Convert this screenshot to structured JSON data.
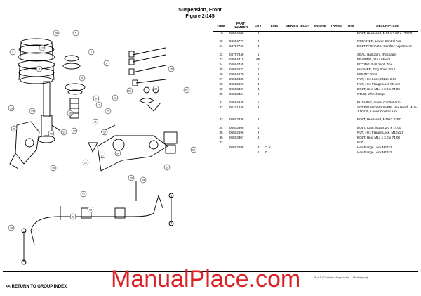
{
  "header": {
    "title": "Suspension, Front",
    "figure": "Figure 2-145"
  },
  "table": {
    "columns": [
      "ITEM",
      "PART NUMBER",
      "QTY",
      "LINE",
      "SERIES",
      "BODY",
      "ENGINE",
      "TRANS",
      "TRIM",
      "DESCRIPTION"
    ],
    "rows": [
      {
        "item": "19",
        "part": "06504508",
        "qty": "2",
        "line": "",
        "desc": "BOLT, Hex Head, M14 x 2.00 x 120.00"
      },
      {
        "item": "20",
        "part": "04694777",
        "qty": "2",
        "line": "",
        "desc": "RETAINER, Lower Control Arm"
      },
      {
        "item": "21",
        "part": "04797723",
        "qty": "4",
        "line": "",
        "desc": "BOLT PACKAGE, Camber Adjustment"
      },
      {
        "item": "22",
        "part": "04797449",
        "qty": "1",
        "line": "",
        "desc": "SEAL, Ball Joint, (Package)"
      },
      {
        "item": "23",
        "part": "04684418",
        "qty": "AR",
        "line": "",
        "desc": "BEARING, Strut Mount"
      },
      {
        "item": "24",
        "part": "04694745",
        "qty": "1",
        "line": "",
        "desc": "FITTING, Ball Joint, Zinc"
      },
      {
        "item": "25",
        "part": "04694637",
        "qty": "2",
        "line": "",
        "desc": "WASHER, Dog Bone Strut"
      },
      {
        "item": "26",
        "part": "04694670",
        "qty": "2",
        "line": "",
        "desc": "MOUNT, Strut"
      },
      {
        "item": "27",
        "part": "06502335",
        "qty": "2",
        "line": "",
        "desc": "NUT, Hex Lock, M14 x 2.00"
      },
      {
        "item": "28",
        "part": "06502696",
        "qty": "4",
        "line": "",
        "desc": "NUT, Hex Flange Lock M14x2"
      },
      {
        "item": "29",
        "part": "06503307",
        "qty": "4",
        "line": "",
        "desc": "BOLT, Hex, M14 x 2.0 x 74.00"
      },
      {
        "item": "30",
        "part": "06503304",
        "qty": "2",
        "line": "",
        "desc": "STUD, Wheel Stop"
      },
      {
        "item": "31",
        "part": "04684948",
        "qty": "1",
        "line": "",
        "desc": "BUSHING, Lower Control Arm"
      },
      {
        "item": "32",
        "part": "06101848",
        "qty": "4",
        "line": "",
        "desc": "SCREW AND WASHER, Hex Head, M10-1.50x30, Lower Control Arm"
      },
      {
        "item": "33",
        "part": "06502336",
        "qty": "2",
        "line": "",
        "desc": "BOLT, Hex Head, M16x2.0x57"
      },
      {
        "item": "34",
        "part": "06503308",
        "qty": "4",
        "line": "",
        "desc": "BOLT, Cam, M14 x 2.0 x 74.00"
      },
      {
        "item": "35",
        "part": "06502696",
        "qty": "2",
        "line": "",
        "desc": "NUT, Hex Flange Lock, M10x1.5"
      },
      {
        "item": "36",
        "part": "06503307",
        "qty": "4",
        "line": "",
        "desc": "BOLT, Hex, M14 x 2.0 x 74.00"
      },
      {
        "item": "37",
        "part": "",
        "qty": "",
        "line": "",
        "desc": "NUT"
      },
      {
        "item": "",
        "part": "06502698",
        "qty": "3",
        "line": "C, Y",
        "desc": "Hex Flange Lock M14x2"
      },
      {
        "item": "",
        "part": "",
        "qty": "2",
        "line": "Z",
        "desc": "Hex Flange Lock M14x2"
      }
    ]
  },
  "callouts": [
    "1",
    "2",
    "3",
    "4",
    "5",
    "6",
    "7",
    "8",
    "9",
    "10",
    "11",
    "12",
    "13",
    "14",
    "15",
    "16",
    "17",
    "18",
    "19",
    "20",
    "21",
    "22",
    "23",
    "24",
    "25",
    "26",
    "27",
    "28",
    "29",
    "30",
    "31",
    "32",
    "33",
    "34",
    "35",
    "36",
    "37"
  ],
  "footer": {
    "return_link": "<< RETURN TO GROUP INDEX",
    "watermark": "ManualPlace.com",
    "page_note": "5 of 5 (Contains diagram for ... Model year)"
  }
}
